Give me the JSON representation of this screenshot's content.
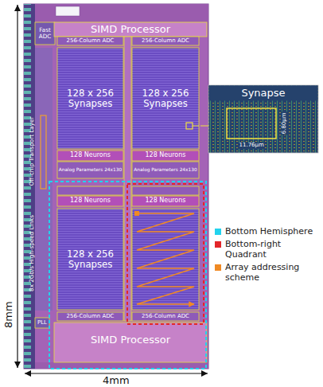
{
  "diagram": {
    "nodes": [
      {
        "text": [
          "Fast ADC"
        ]
      },
      {
        "text": [
          "SIMD Processor"
        ]
      },
      {
        "text": [
          "256-Column ADC"
        ]
      },
      {
        "text": [
          "256-Column ADC"
        ]
      },
      {
        "text": [
          "128 x 256 Synapses"
        ]
      },
      {
        "text": [
          "128 x 256 Synapses"
        ]
      },
      {
        "text": [
          "128 Neurons"
        ]
      },
      {
        "text": [
          "128 Neurons"
        ]
      },
      {
        "text": [
          "Analog Parameters 24x130"
        ]
      },
      {
        "text": [
          "Analog Parameters 24x130"
        ]
      },
      {
        "text": [
          "Off-chip Transport Layer"
        ]
      },
      {
        "text": [
          "128 Neurons"
        ]
      },
      {
        "text": [
          "128 Neurons"
        ]
      },
      {
        "text": [
          "128 x 256 Synapses"
        ]
      },
      {
        "text": [
          "8x 2Gb/s High-speed Links"
        ]
      },
      {
        "text": [
          "256-Column ADC"
        ]
      },
      {
        "text": [
          "256-Column ADC"
        ]
      },
      {
        "text": [
          "PLL"
        ]
      },
      {
        "text": [
          "SIMD Processor"
        ]
      },
      {
        "text": [
          "Synapse"
        ]
      }
    ],
    "edges": [
      {
        "from": 5,
        "to": 19,
        "arrow": "none"
      }
    ],
    "labels": [
      "8mm",
      "4mm",
      "11.76µm",
      "6.80µm"
    ],
    "legend": [
      {
        "text": "Bottom Hemisphere",
        "color": "#22d3ee"
      },
      {
        "text": "Bottom-right Quadrant",
        "color": "#e3262a"
      },
      {
        "text": "Array addressing scheme",
        "color": "#f08a24"
      }
    ]
  }
}
